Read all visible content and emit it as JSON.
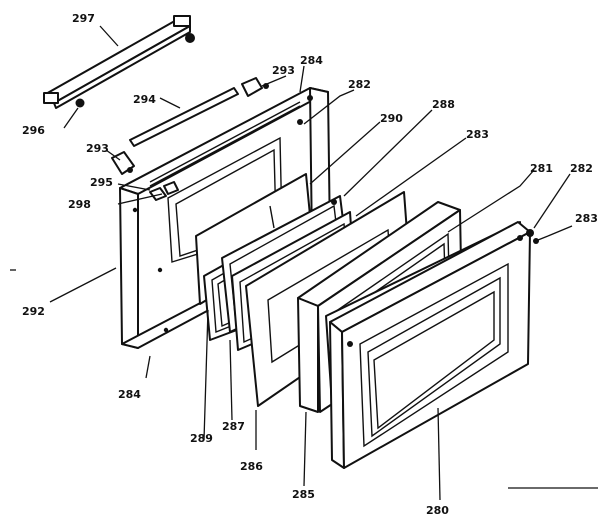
{
  "diagram": {
    "callouts": [
      {
        "id": "297",
        "text": "297"
      },
      {
        "id": "293a",
        "text": "293"
      },
      {
        "id": "284a",
        "text": "284"
      },
      {
        "id": "294",
        "text": "294"
      },
      {
        "id": "282a",
        "text": "282"
      },
      {
        "id": "296",
        "text": "296"
      },
      {
        "id": "293b",
        "text": "293"
      },
      {
        "id": "290",
        "text": "290"
      },
      {
        "id": "288",
        "text": "288"
      },
      {
        "id": "283a",
        "text": "283"
      },
      {
        "id": "295",
        "text": "295"
      },
      {
        "id": "298",
        "text": "298"
      },
      {
        "id": "281",
        "text": "281"
      },
      {
        "id": "282b",
        "text": "282"
      },
      {
        "id": "283b",
        "text": "283"
      },
      {
        "id": "292",
        "text": "292"
      },
      {
        "id": "284b",
        "text": "284"
      },
      {
        "id": "289",
        "text": "289"
      },
      {
        "id": "287",
        "text": "287"
      },
      {
        "id": "286",
        "text": "286"
      },
      {
        "id": "285",
        "text": "285"
      },
      {
        "id": "280",
        "text": "280"
      }
    ]
  }
}
